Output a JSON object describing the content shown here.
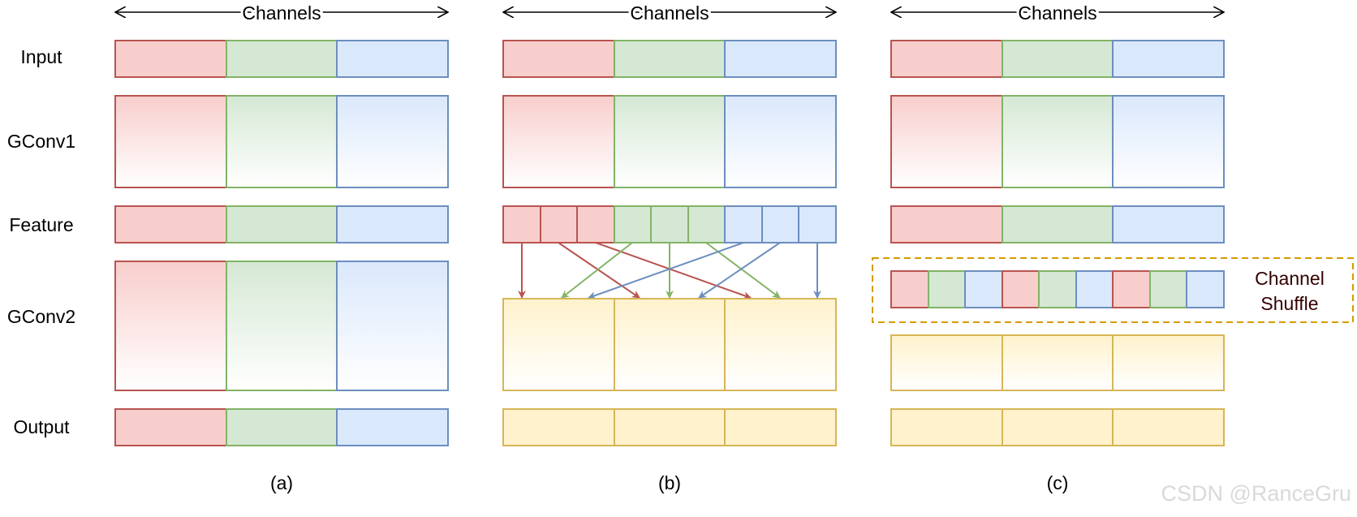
{
  "row_labels": [
    "Input",
    "GConv1",
    "Feature",
    "GConv2",
    "Output"
  ],
  "channels_label": "Channels",
  "panel_captions": [
    "(a)",
    "(b)",
    "(c)"
  ],
  "shuffle_label": [
    "Channel",
    "Shuffle"
  ],
  "watermark": "CSDN @RanceGru",
  "colors": {
    "red_fill": "#f8cecc",
    "red_stroke": "#b85450",
    "green_fill": "#d5e8d4",
    "green_stroke": "#82b366",
    "blue_fill": "#dae8fc",
    "blue_stroke": "#6c8ebf",
    "yellow_fill": "#fff2cc",
    "yellow_stroke": "#d6b656",
    "shuffle_border": "#d79b00"
  }
}
